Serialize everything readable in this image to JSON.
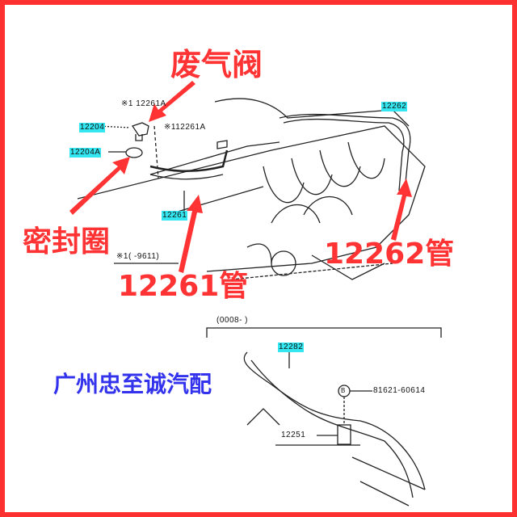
{
  "colors": {
    "border": "#ff3030",
    "annotation": "#ff3333",
    "watermark": "#3333ee",
    "highlight": "#33e6f0"
  },
  "annotations": {
    "valve": "废气阀",
    "seal": "密封圈",
    "pipe1": "12261管",
    "pipe2": "12262管"
  },
  "watermark": "广州忠至诚汽配",
  "parts": {
    "p1": "※1 12261A",
    "p2": "12204",
    "p3": "※112261A",
    "p4": "12204A",
    "p5": "12261",
    "p6": "12262",
    "p7": "※1(     -9611)",
    "p8": "(0008-        )",
    "p9": "12282",
    "p10": "81621-60614",
    "p11": "12251"
  },
  "bolt_symbol": "B"
}
